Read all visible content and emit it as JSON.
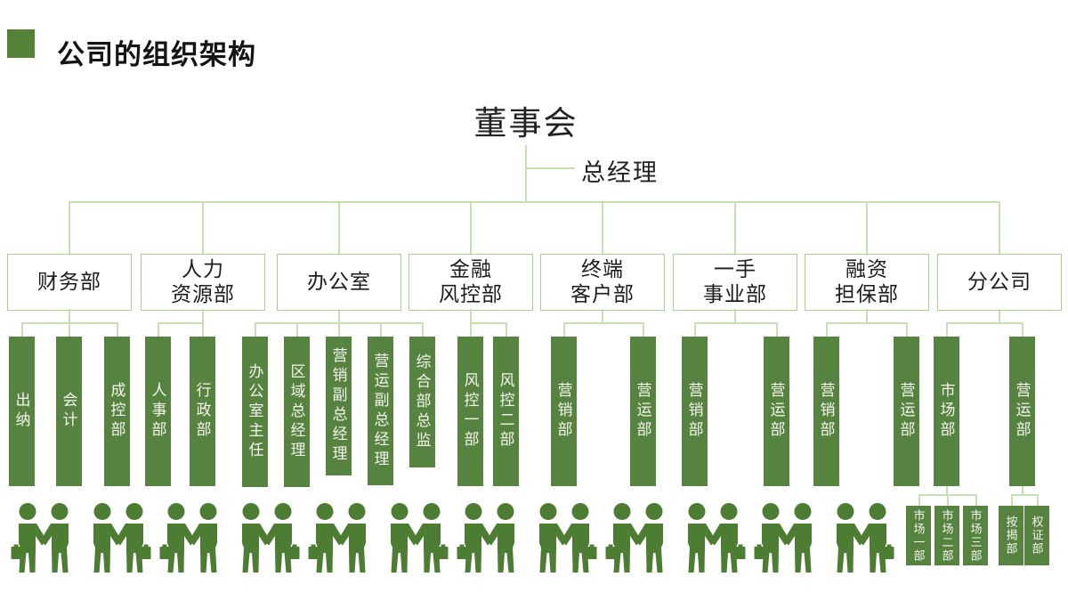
{
  "slide": {
    "title": "公司的组织架构",
    "colors": {
      "accent": "#538135",
      "bar_fill": "#56833f",
      "connector_line": "#c5e0b3",
      "box_border": "#a9d18e",
      "people_icon": "#4d7c33"
    }
  },
  "chart": {
    "type": "org-tree",
    "root": "董事会",
    "general_manager": "总经理",
    "departments": [
      {
        "label": "财务部",
        "lines": [
          "财务部"
        ],
        "children": [
          "出纳",
          "会计",
          "成控部"
        ]
      },
      {
        "label": "人力资源部",
        "lines": [
          "人力",
          "资源部"
        ],
        "children": [
          "人事部",
          "行政部"
        ]
      },
      {
        "label": "办公室",
        "lines": [
          "办公室"
        ],
        "children": [
          "办公室主任",
          "区域总经理",
          "营销副总经理",
          "营运副总经理",
          "综合部总监"
        ]
      },
      {
        "label": "金融风控部",
        "lines": [
          "金融",
          "风控部"
        ],
        "children": [
          "风控一部",
          "风控二部"
        ]
      },
      {
        "label": "终端客户部",
        "lines": [
          "终端",
          "客户部"
        ],
        "children": [
          "营销部",
          "营运部"
        ]
      },
      {
        "label": "一手事业部",
        "lines": [
          "一手",
          "事业部"
        ],
        "children": [
          "营销部",
          "营运部"
        ]
      },
      {
        "label": "融资担保部",
        "lines": [
          "融资",
          "担保部"
        ],
        "children": [
          "营销部",
          "营运部"
        ]
      },
      {
        "label": "分公司",
        "lines": [
          "分公司"
        ],
        "children": [
          "市场部",
          "营运部"
        ],
        "sub_departments": [
          {
            "parent": "市场部",
            "items": [
              "市场一部",
              "市场二部",
              "市场三部"
            ]
          },
          {
            "parent": "营运部",
            "items": [
              "按揭部",
              "权证部"
            ]
          }
        ]
      }
    ],
    "decoration": {
      "people_pair_icon_count": 12
    }
  }
}
